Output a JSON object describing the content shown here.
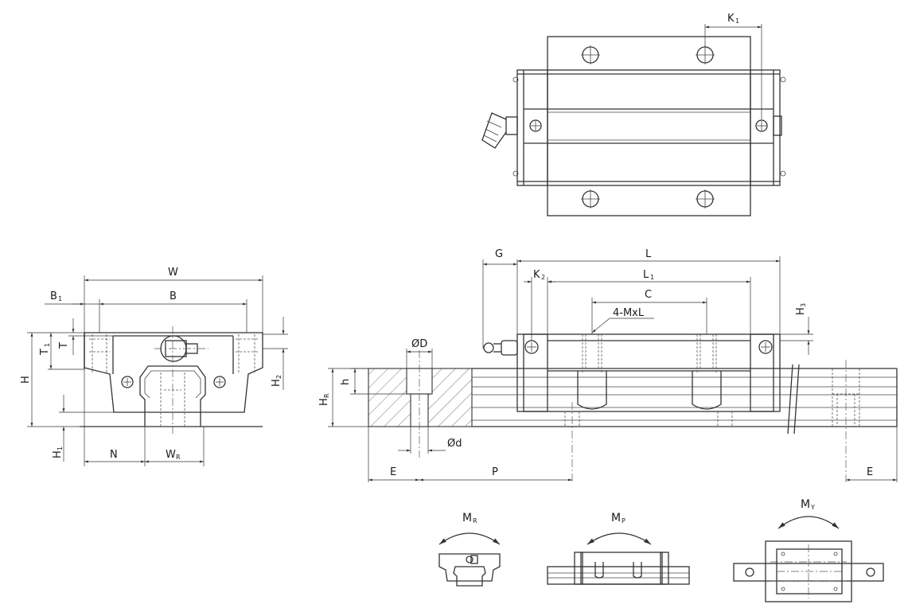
{
  "dimension_labels": {
    "K1": "K",
    "K1_sub": "1",
    "W": "W",
    "B1": "B",
    "B1_sub": "1",
    "B": "B",
    "T1": "T",
    "T1_sub": "1",
    "T": "T",
    "H": "H",
    "H2": "H",
    "H2_sub": "2",
    "H1": "H",
    "H1_sub": "1",
    "N": "N",
    "WR": "W",
    "WR_sub": "R",
    "G": "G",
    "L": "L",
    "K2": "K",
    "K2_sub": "2",
    "L1": "L",
    "L1_sub": "1",
    "C": "C",
    "H3": "H",
    "H3_sub": "3",
    "MxL": "4-MxL",
    "OD": "ØD",
    "h": "h",
    "HR": "H",
    "HR_sub": "R",
    "od": "Ød",
    "E": "E",
    "P": "P"
  },
  "moment_labels": {
    "MR": "M",
    "MR_sub": "R",
    "MP": "M",
    "MP_sub": "P",
    "MY": "M",
    "MY_sub": "Y"
  }
}
